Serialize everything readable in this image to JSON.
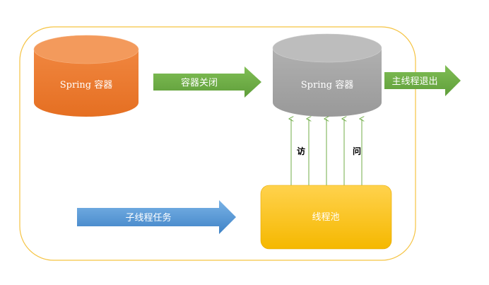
{
  "diagram": {
    "container_left": "Spring 容器",
    "container_right": "Spring 容器",
    "arrow_close": "容器关闭",
    "arrow_exit": "主线程退出",
    "arrow_task": "子线程任务",
    "thread_pool": "线程池",
    "access_left": "访",
    "access_right": "问"
  },
  "colors": {
    "frame": "#f5c342",
    "orange": "#ee7b31",
    "gray": "#a6a6a6",
    "green": "#70ad47",
    "blue": "#5b9bd5",
    "gold": "#ffc000",
    "access_line": "#70ad47"
  }
}
